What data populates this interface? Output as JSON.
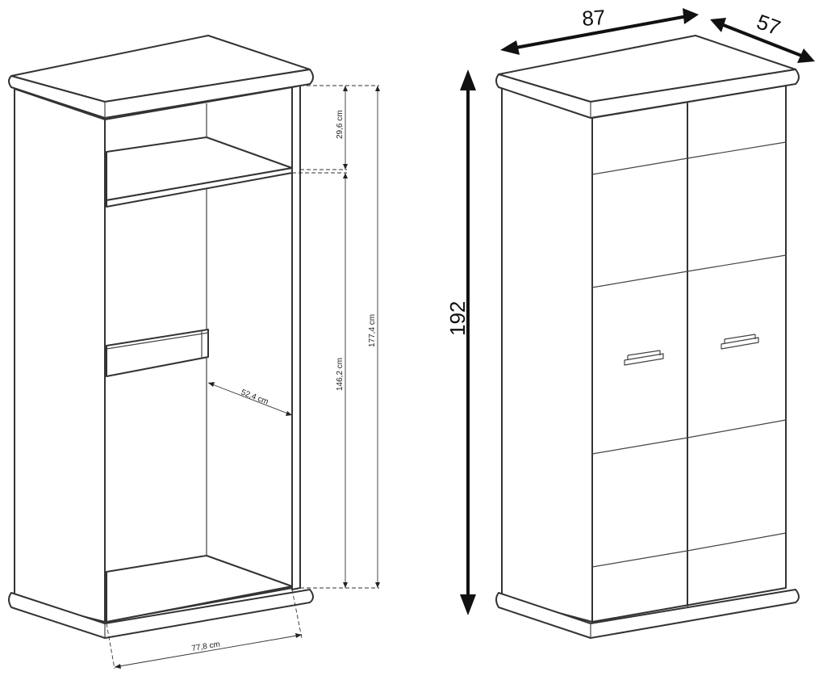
{
  "diagram": {
    "interior_view": {
      "dim_top_compartment": "29,6 cm",
      "dim_lower_compartment": "146,2 cm",
      "dim_inner_height": "177,4 cm",
      "dim_inner_depth": "52,4 cm",
      "dim_inner_width": "77,8 cm"
    },
    "exterior_view": {
      "width": "87",
      "depth": "57",
      "height": "192"
    }
  }
}
